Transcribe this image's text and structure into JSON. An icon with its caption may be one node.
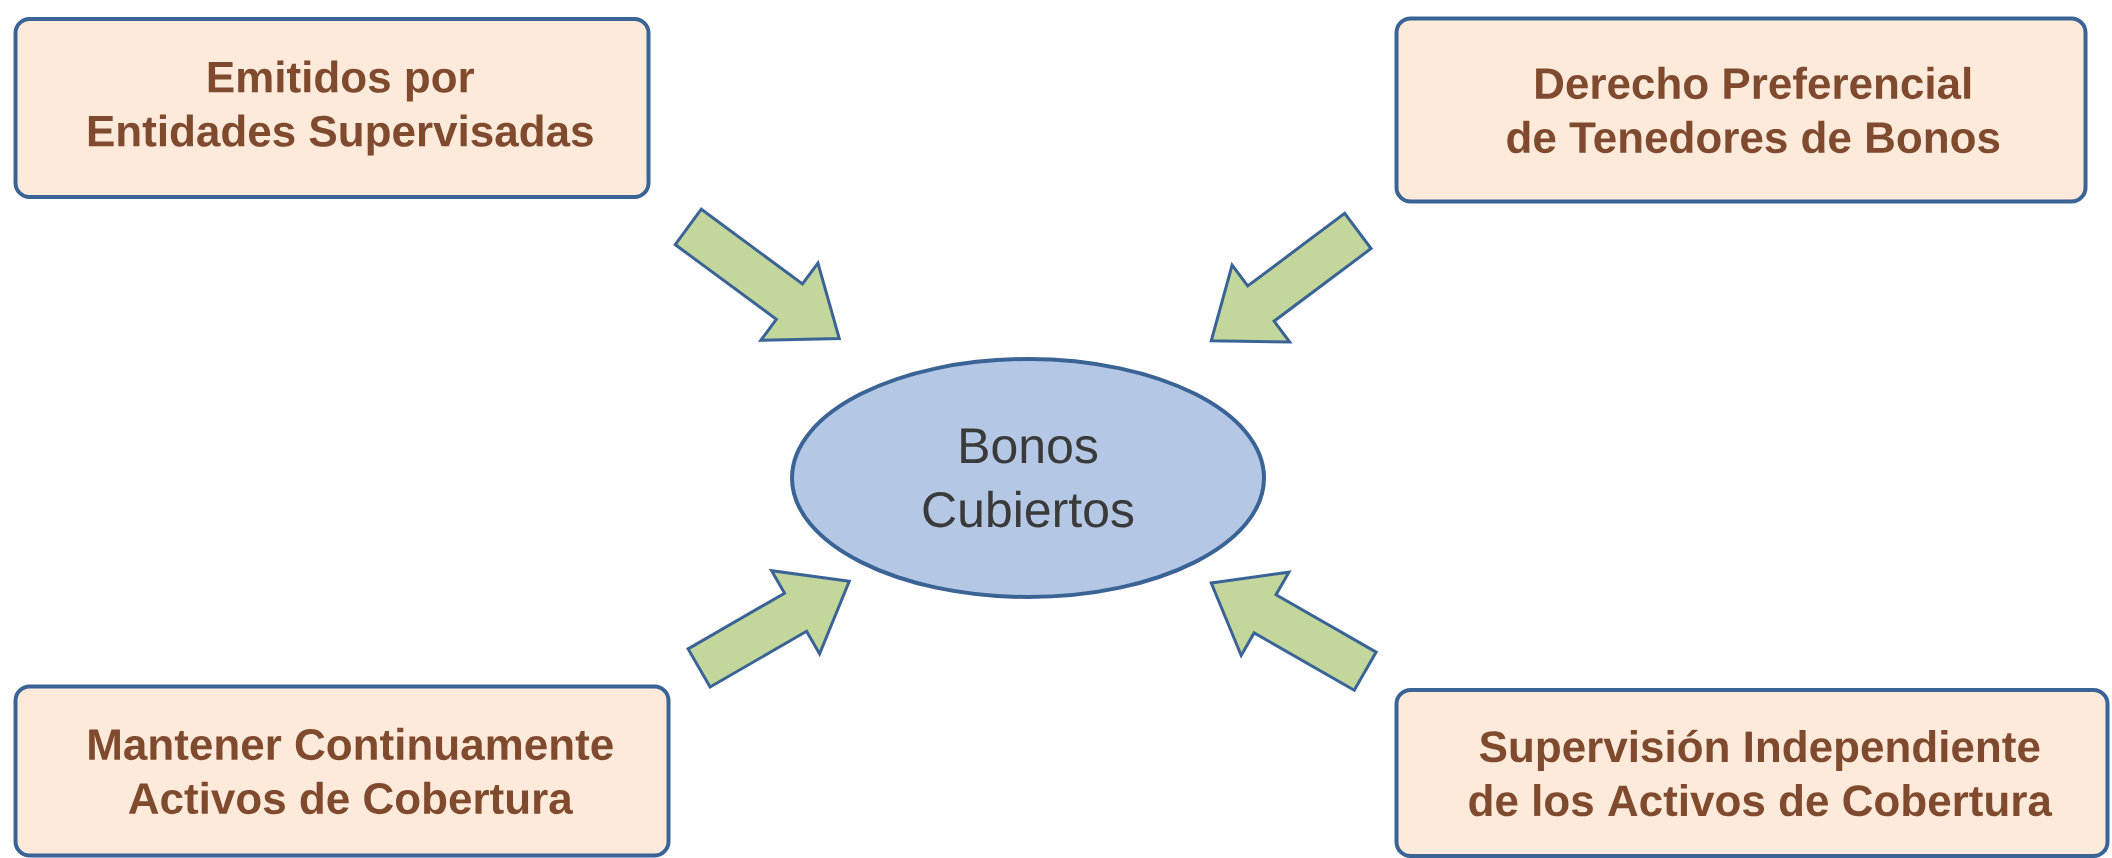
{
  "diagram": {
    "nodes": [
      {
        "text": [
          "Emitidos por Entidades Supervisadas"
        ]
      },
      {
        "text": [
          "Derecho Preferencial de Tenedores de Bonos"
        ]
      },
      {
        "text": [
          "Bonos Cubiertos"
        ]
      },
      {
        "text": [
          "Mantener Continuamente Activos de Cobertura"
        ]
      },
      {
        "text": [
          "Supervisión Independiente de los Activos de Cobertura"
        ]
      }
    ],
    "edges": [
      {
        "from": 0,
        "to": 2,
        "arrow": "to"
      },
      {
        "from": 1,
        "to": 2,
        "arrow": "to"
      },
      {
        "from": 3,
        "to": 2,
        "arrow": "to"
      },
      {
        "from": 4,
        "to": 2,
        "arrow": "to"
      }
    ]
  }
}
